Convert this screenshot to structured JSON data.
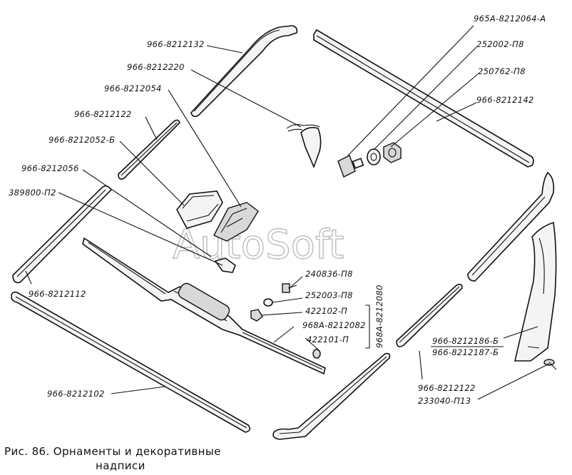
{
  "figure": {
    "caption_line1": "Рис. 86. Орнаменты и декоративные",
    "caption_line2": "надписи",
    "watermark": "AutoSoft"
  },
  "labels": {
    "p965a_8212064_a": "965А-8212064-А",
    "p252002_p8": "252002-П8",
    "p250762_p8": "250762-П8",
    "p966_8212142": "966-8212142",
    "p966_8212132": "966-8212132",
    "p966_8212220": "966-8212220",
    "p966_8212054": "966-8212054",
    "p966_8212122_top": "966-8212122",
    "p966_8212052_b": "966-8212052-Б",
    "p966_8212056": "966-8212056",
    "p389800_p2": "389800-П2",
    "p966_8212112": "966-8212112",
    "p240836_p8": "240836-П8",
    "p252003_p8": "252003-П8",
    "p422102_p": "422102-П",
    "p968a_8212082": "968А-8212082",
    "p422101_p": "422101-П",
    "p968a_8212080": "968А-8212080",
    "p966_8212186_b": "966-8212186-Б",
    "p966_8212187_b": "966-8212187-Б",
    "p966_8212122_bottom": "966-8212122",
    "p233040_p13": "233040-П13",
    "p966_8212102": "966-8212102"
  }
}
